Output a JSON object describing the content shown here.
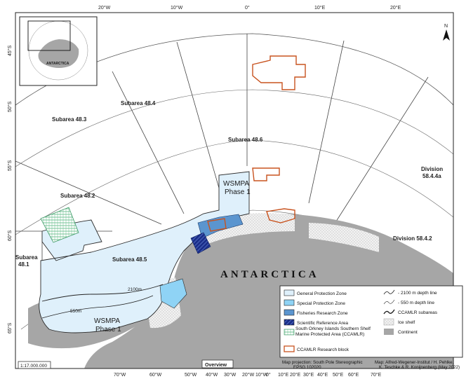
{
  "top_ticks": [
    "20°W",
    "10°W",
    "0°",
    "10°E",
    "20°E"
  ],
  "left_ticks": [
    "45°S",
    "50°S",
    "55°S",
    "60°S",
    "65°S"
  ],
  "bottom_ticks": [
    "70°W",
    "60°W",
    "50°W",
    "40°W",
    "30°W",
    "20°W",
    "10°W",
    "0°",
    "10°E",
    "20°E",
    "30°E",
    "40°E",
    "50°E",
    "60°E",
    "70°E"
  ],
  "subareas": {
    "s483": "Subarea 48.3",
    "s484": "Subarea 48.4",
    "s486": "Subarea 48.6",
    "s482": "Subarea 48.2",
    "s481a": "Subarea",
    "s481b": "48.1",
    "s485": "Subarea 48.5",
    "d5844a_1": "Division",
    "d5844a_2": "58.4.4a",
    "d5842": "Division 58.4.2"
  },
  "wsmpa_label": {
    "line1": "WSMPA",
    "line2": "Phase 1"
  },
  "antarctica_label": "ANTARCTICA",
  "depth_labels": {
    "d2100": "2100m",
    "d550": "550m"
  },
  "inset_label": "ANTARCTICA",
  "scale": "1:17.000.000",
  "overview": "Overview",
  "north_arrow": "N",
  "legend": {
    "items": [
      {
        "label": "General Protection Zone",
        "color": "#dff0fb"
      },
      {
        "label": "Special Protection Zone",
        "color": "#8fd3f5"
      },
      {
        "label": "Fisheries Research Zone",
        "color": "#5b95cf"
      },
      {
        "label": "Scientific Reference Area",
        "color": "#1b2f8a"
      },
      {
        "label": "South Orkney Islands Southern Shelf Marine Protected Area (CCAMLR)",
        "color": "#7fc9a0"
      },
      {
        "label": "CCAMLR Research block",
        "color": "#c8531f"
      }
    ],
    "right_items": [
      {
        "label": "- 2100 m depth line"
      },
      {
        "label": "- 550 m depth line"
      },
      {
        "label": "CCAMLR subareas"
      },
      {
        "label": "Ice shelf"
      },
      {
        "label": "Continent"
      }
    ]
  },
  "credits": {
    "projection_1": "Map projection: South Pole Stereographic",
    "projection_2": "EPSG 102020",
    "author_1": "Map: Alfred-Wegener-Institut / H. Pehlke,",
    "author_2": "K. Teschke & R. Konijnenberg (May 2022)"
  },
  "colors": {
    "ocean": "#ffffff",
    "continent": "#a6a6a6",
    "ice_shelf": "#e9e9e9",
    "gpz": "#dff0fb",
    "spz": "#8fd3f5",
    "frz": "#5b95cf",
    "sra": "#1b2f8a",
    "research_block": "#c8531f",
    "grid": "#555555"
  }
}
